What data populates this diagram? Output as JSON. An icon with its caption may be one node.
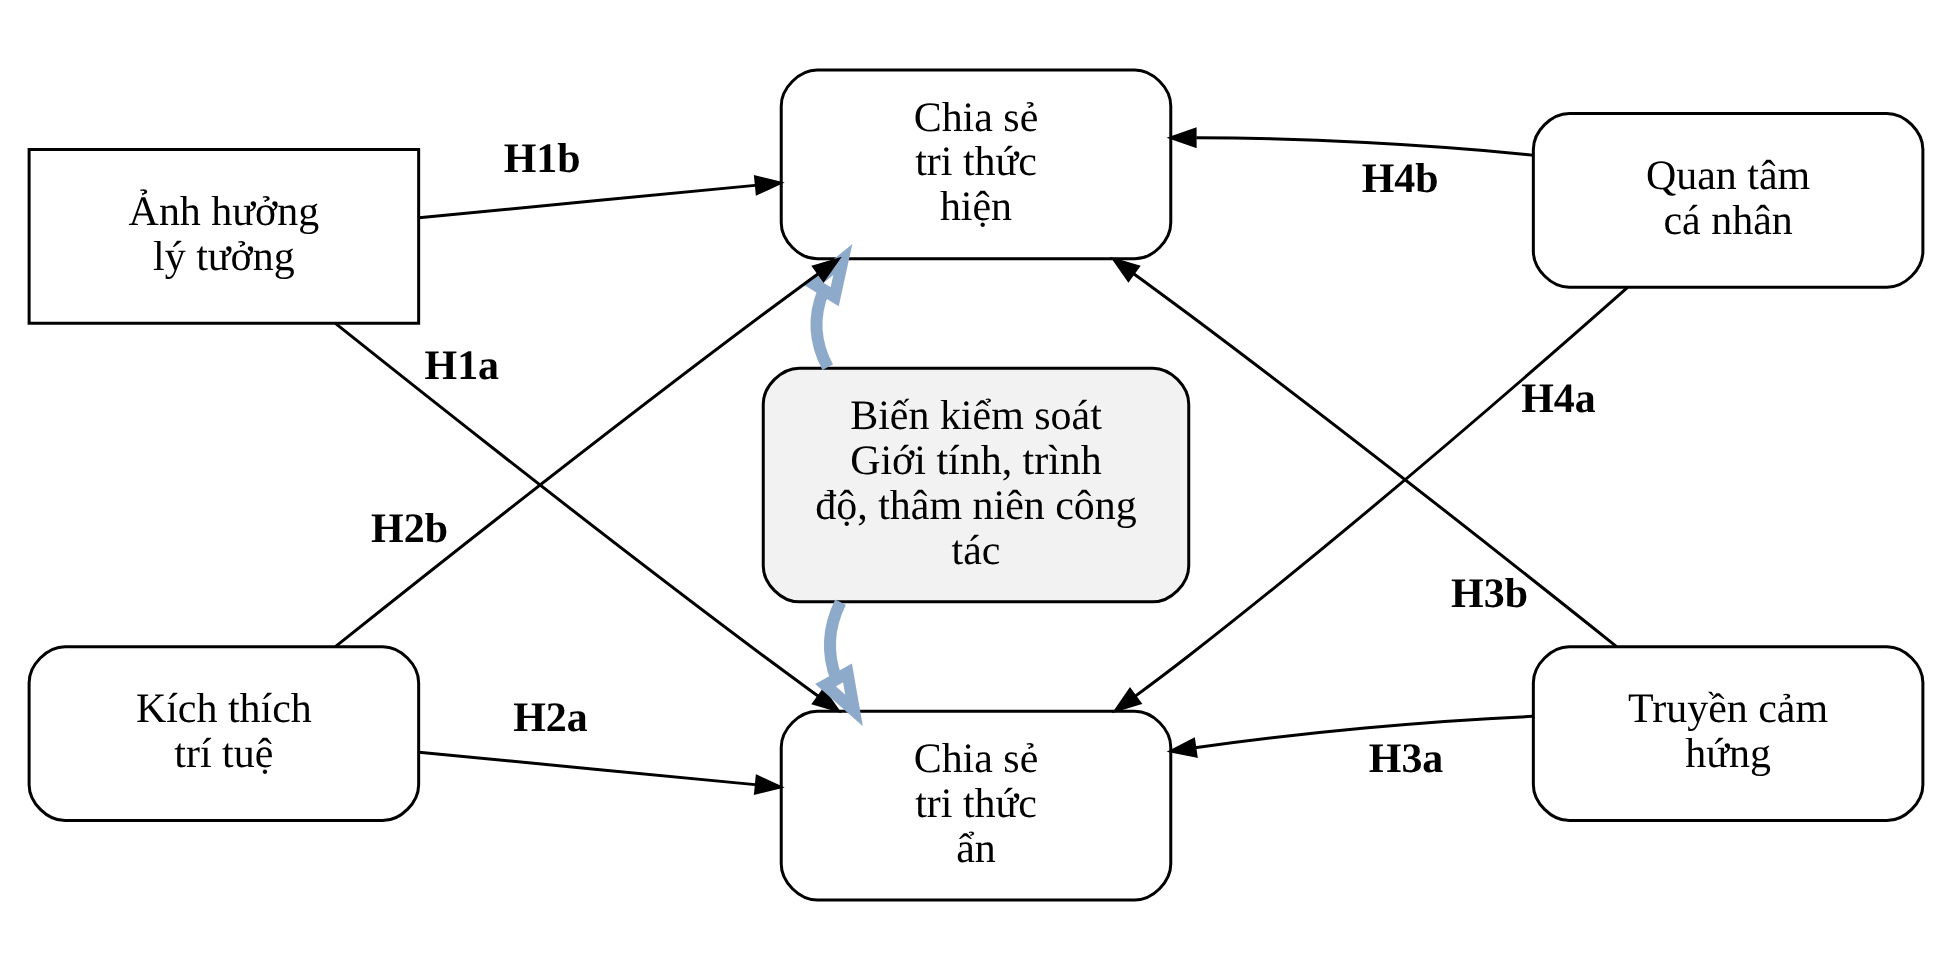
{
  "diagram": {
    "nodes": [
      {
        "text": [
          "Ảnh hưởng lý tưởng"
        ]
      },
      {
        "text": [
          "Chia sẻ tri thức hiện"
        ]
      },
      {
        "text": [
          "Quan tâm cá nhân"
        ]
      },
      {
        "text": [
          "Biến kiểm soát",
          "Giới tính, trình độ, thâm niên công tác"
        ]
      },
      {
        "text": [
          "Kích thích trí tuệ"
        ]
      },
      {
        "text": [
          "Chia sẻ tri thức ẩn"
        ]
      },
      {
        "text": [
          "Truyền cảm hứng"
        ]
      }
    ],
    "edges": [
      {
        "from": 0,
        "to": 1,
        "arrow": "to",
        "label": "H1b"
      },
      {
        "from": 0,
        "to": 5,
        "arrow": "to",
        "label": "H1a"
      },
      {
        "from": 4,
        "to": 1,
        "arrow": "to",
        "label": "H2b"
      },
      {
        "from": 4,
        "to": 5,
        "arrow": "to",
        "label": "H2a"
      },
      {
        "from": 6,
        "to": 5,
        "arrow": "to",
        "label": "H3a"
      },
      {
        "from": 6,
        "to": 1,
        "arrow": "to",
        "label": "H3b"
      },
      {
        "from": 2,
        "to": 1,
        "arrow": "to",
        "label": "H4b"
      },
      {
        "from": 2,
        "to": 5,
        "arrow": "to",
        "label": "H4a"
      },
      {
        "from": 3,
        "to": 1,
        "arrow": "to",
        "style": "thick",
        "color": "#8eaacb"
      },
      {
        "from": 3,
        "to": 5,
        "arrow": "to",
        "style": "thick",
        "color": "#8eaacb"
      }
    ]
  }
}
